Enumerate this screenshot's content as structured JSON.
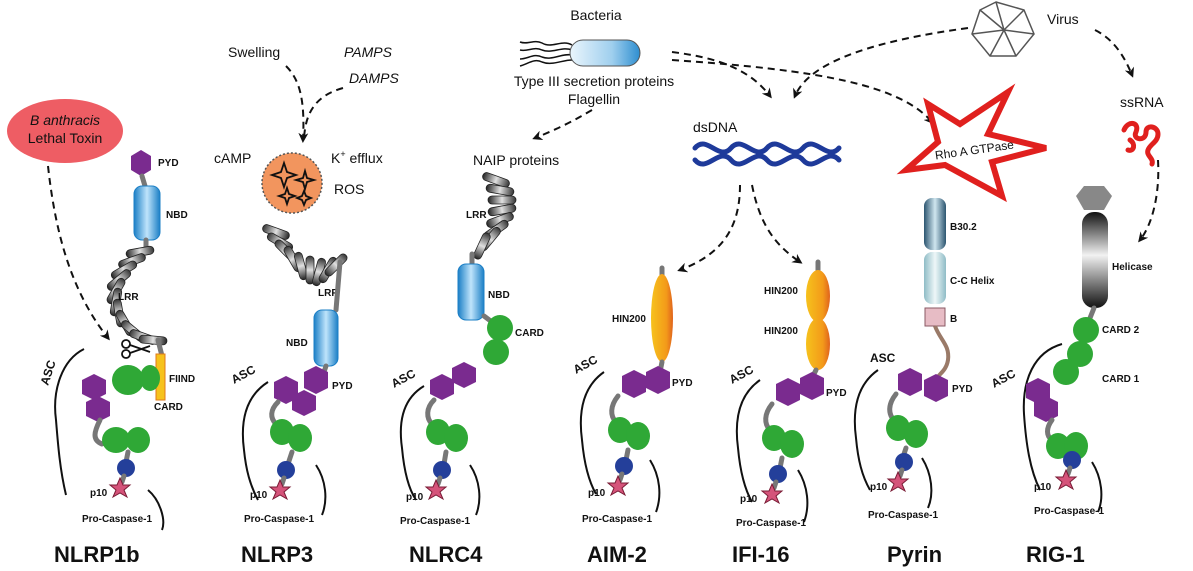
{
  "stimuli": {
    "b_anthracis": "B anthracis",
    "lethal_toxin": "Lethal Toxin",
    "swelling": "Swelling",
    "pamps": "PAMPS",
    "damps": "DAMPS",
    "camp": "cAMP",
    "k_efflux": "K",
    "k_efflux_sup": "+",
    "k_efflux_rest": " efflux",
    "ros": "ROS",
    "bacteria": "Bacteria",
    "type3": "Type III secretion proteins",
    "flagellin": "Flagellin",
    "naip": "NAIP proteins",
    "dsdna": "dsDNA",
    "rho": "Rho A GTPase",
    "virus": "Virus",
    "ssrna": "ssRNA"
  },
  "domains": {
    "pyd": "PYD",
    "nbd": "NBD",
    "lrr": "LRR",
    "fiind": "FIIND",
    "card": "CARD",
    "hin200": "HIN200",
    "b302": "B30.2",
    "cc_helix": "C-C Helix",
    "b": "B",
    "helicase": "Helicase",
    "card2": "CARD 2",
    "card1": "CARD 1",
    "asc": "ASC",
    "p10": "p10",
    "pro_caspase": "Pro-Caspase-1"
  },
  "complexes": [
    "NLRP1b",
    "NLRP3",
    "NLRC4",
    "AIM-2",
    "IFI-16",
    "Pyrin",
    "RIG-1"
  ],
  "colors": {
    "pyd": "#7a2b8f",
    "card": "#2fa836",
    "nbd": "#2e9ad6",
    "hin": "#f2a21a",
    "p10": "#d5537a",
    "caspase": "#243f9a",
    "dsdna": "#1e3a9a",
    "ssrna": "#e0201e",
    "toxin": "#ee5d64",
    "ros": "#f2955e"
  }
}
